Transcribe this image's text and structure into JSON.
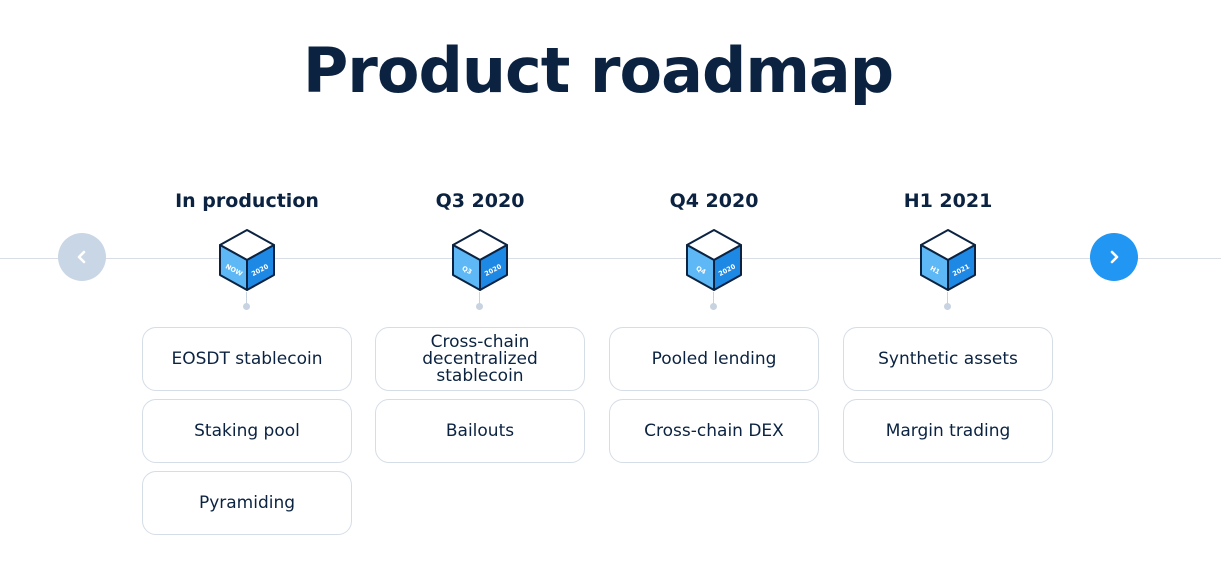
{
  "title": "Product roadmap",
  "nav": {
    "prev_icon": "chevron-left-icon",
    "next_icon": "chevron-right-icon"
  },
  "colors": {
    "title": "#0b2341",
    "accent": "#2196f3",
    "cube_light": "#5db8f5",
    "cube_dark": "#1e88e5",
    "disabled_nav": "#c9d6e5"
  },
  "columns": [
    {
      "heading": "In production",
      "cube_left": "NOW",
      "cube_right": "2020",
      "items": [
        "EOSDT stablecoin",
        "Staking pool",
        "Pyramiding"
      ]
    },
    {
      "heading": "Q3 2020",
      "cube_left": "Q3",
      "cube_right": "2020",
      "items": [
        "Cross-chain decentralized stablecoin",
        "Bailouts"
      ]
    },
    {
      "heading": "Q4 2020",
      "cube_left": "Q4",
      "cube_right": "2020",
      "items": [
        "Pooled lending",
        "Cross-chain DEX"
      ]
    },
    {
      "heading": "H1 2021",
      "cube_left": "H1",
      "cube_right": "2021",
      "items": [
        "Synthetic assets",
        "Margin trading"
      ]
    }
  ]
}
